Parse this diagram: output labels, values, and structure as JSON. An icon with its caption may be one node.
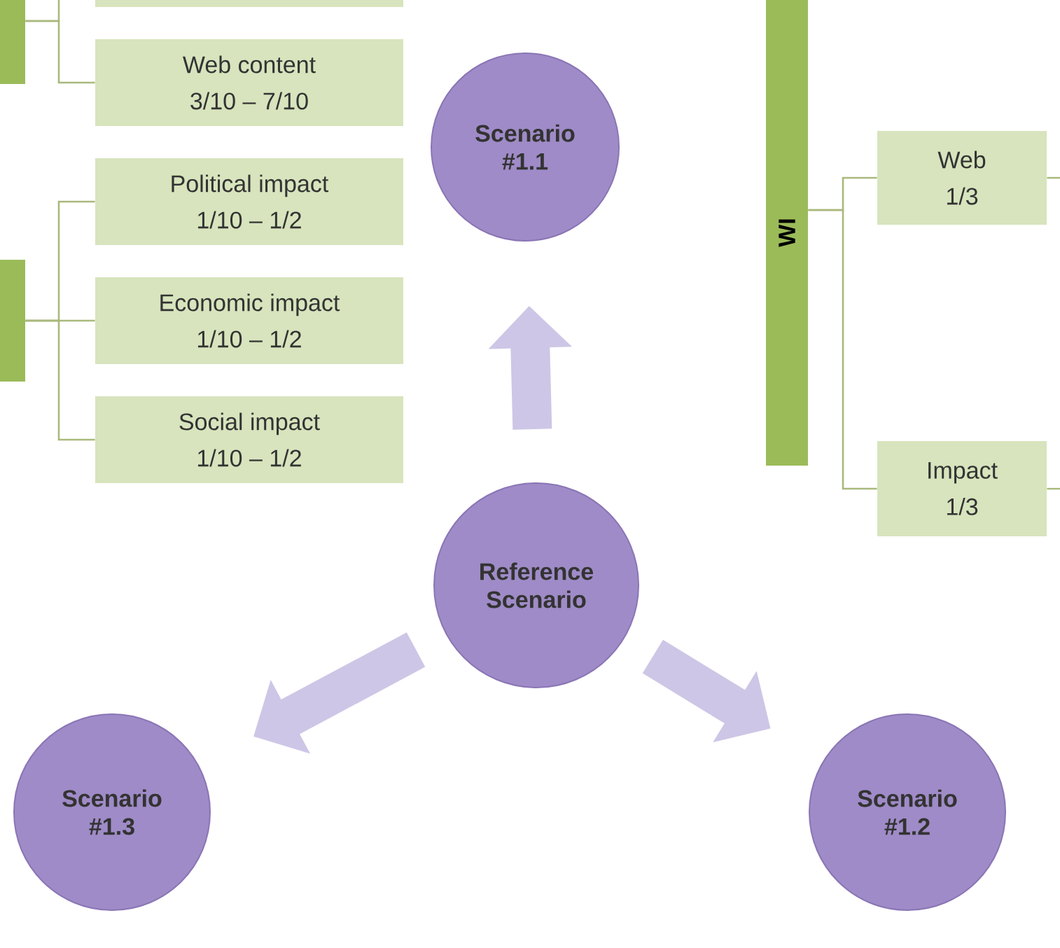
{
  "diagram": {
    "nodes": [
      {
        "text": [],
        "shape": "bar"
      },
      {
        "text": [],
        "shape": "box"
      },
      {
        "text": [
          "Web content",
          "3/10 – 7/10"
        ]
      },
      {
        "text": [
          "Scenario #1.1"
        ]
      },
      {
        "text": [
          "WI"
        ]
      },
      {
        "text": [
          "Web",
          "1/3"
        ]
      },
      {
        "text": [],
        "shape": "bar"
      },
      {
        "text": [
          "Political impact",
          "1/10 – 1/2"
        ]
      },
      {
        "text": [
          "Economic impact",
          "1/10 – 1/2"
        ]
      },
      {
        "text": [
          "Social impact",
          "1/10 – 1/2"
        ]
      },
      {
        "text": [
          "Impact",
          "1/3"
        ]
      },
      {
        "text": [
          "Reference Scenario"
        ]
      },
      {
        "text": [
          "Scenario #1.3"
        ]
      },
      {
        "text": [
          "Scenario #1.2"
        ]
      }
    ],
    "edges": [
      {
        "from": 0,
        "to": 1,
        "arrow": "none"
      },
      {
        "from": 0,
        "to": 2,
        "arrow": "none"
      },
      {
        "from": 4,
        "to": 5,
        "arrow": "none"
      },
      {
        "from": 4,
        "to": 10,
        "arrow": "none"
      },
      {
        "from": 6,
        "to": 7,
        "arrow": "none"
      },
      {
        "from": 6,
        "to": 8,
        "arrow": "none"
      },
      {
        "from": 6,
        "to": 9,
        "arrow": "none"
      },
      {
        "from": 5,
        "to": null,
        "arrow": "none"
      },
      {
        "from": 10,
        "to": null,
        "arrow": "none"
      },
      {
        "from": 11,
        "to": 3,
        "arrow": "to",
        "style": "thick",
        "color": "#cec6e6"
      },
      {
        "from": 11,
        "to": 12,
        "arrow": "to",
        "style": "thick",
        "color": "#cec6e6"
      },
      {
        "from": 11,
        "to": 13,
        "arrow": "to",
        "style": "thick",
        "color": "#cec6e6"
      }
    ]
  }
}
